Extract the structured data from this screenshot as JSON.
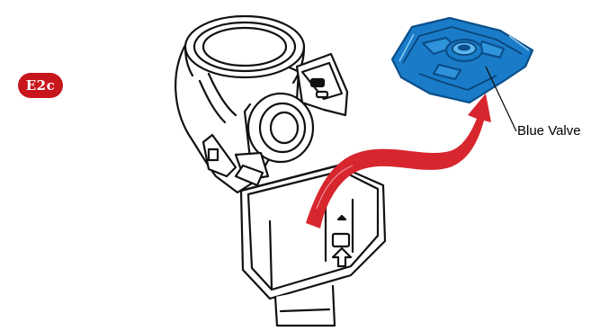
{
  "step_badge": {
    "label": "E2c",
    "color": "#c8161d"
  },
  "callout": {
    "label": "Blue Valve"
  },
  "colors": {
    "valve_fill": "#1a7cc8",
    "valve_dark": "#0b4f8a",
    "arrow_red": "#d7262e",
    "line_art": "#111111"
  },
  "icons": {
    "nebulizer": "nebulizer-line-drawing",
    "valve": "blue-valve-part",
    "arrow": "curved-red-arrow"
  }
}
